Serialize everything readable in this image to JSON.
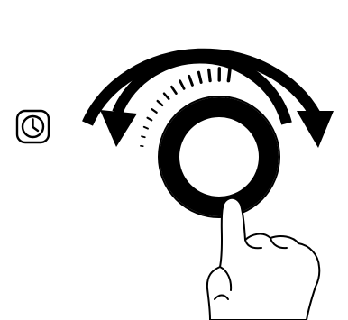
{
  "diagram": {
    "icons": {
      "clock": "clock-icon",
      "rotate_left": "rotate-counterclockwise-arrow",
      "rotate_right": "rotate-clockwise-arrow",
      "knob": "rotary-knob",
      "hand": "pointing-hand"
    },
    "scale": {
      "tick_count": 14
    },
    "colors": {
      "ink": "#000000",
      "paper": "#ffffff"
    }
  }
}
